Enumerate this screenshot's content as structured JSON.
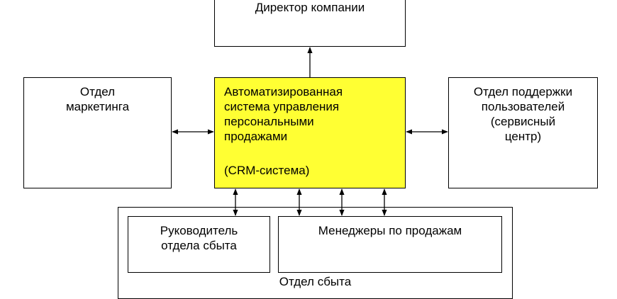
{
  "diagram": {
    "director": "Директор компании",
    "marketing": [
      "Отдел",
      "маркетинга"
    ],
    "crm": {
      "lines": [
        "Автоматизированная",
        "система управления",
        "персональными",
        "продажами"
      ],
      "acronym": "(CRM-система)",
      "fill": "#ffff33"
    },
    "support": [
      "Отдел поддержки",
      "пользователей",
      "(сервисный",
      "центр)"
    ],
    "sales_department": {
      "head": [
        "Руководитель",
        "отдела сбыта"
      ],
      "managers": "Менеджеры по продажам",
      "label": "Отдел сбыта"
    }
  }
}
